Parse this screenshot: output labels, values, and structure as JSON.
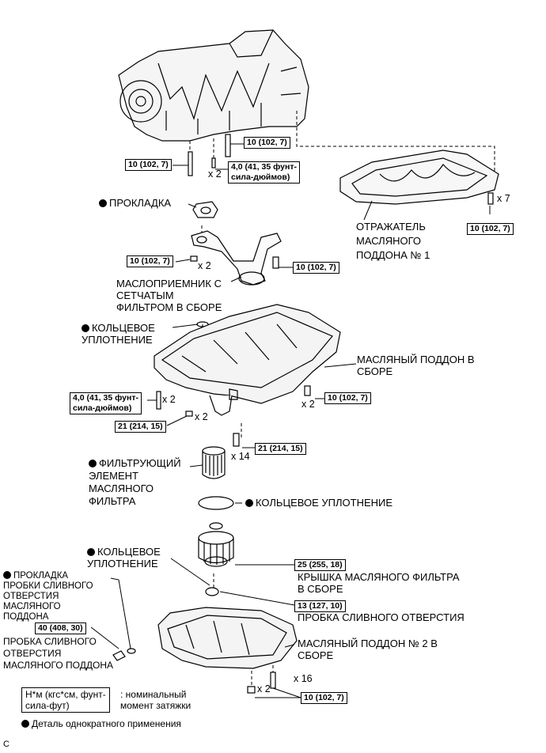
{
  "parts": {
    "gasket": "ПРОКЛАДКА",
    "oil_strainer": "МАСЛОПРИЕМНИК С\nСЕТЧАТЫМ\nФИЛЬТРОМ В СБОРЕ",
    "oring_top": "КОЛЬЦЕВОЕ\nУПЛОТНЕНИЕ",
    "oil_pan_assy": "МАСЛЯНЫЙ ПОДДОН В\nСБОРЕ",
    "baffle_plate": "ОТРАЖАТЕЛЬ\nМАСЛЯНОГО\nПОДДОНА № 1",
    "filter_element": "ФИЛЬТРУЮЩИЙ\nЭЛЕМЕНТ\nМАСЛЯНОГО\nФИЛЬТРА",
    "oring_filter": "КОЛЬЦЕВОЕ УПЛОТНЕНИЕ",
    "oring_cap": "КОЛЬЦЕВОЕ\nУПЛОТНЕНИЕ",
    "filter_cap": "КРЫШКА МАСЛЯНОГО ФИЛЬТРА\nВ СБОРЕ",
    "drain_plug_small": "ПРОБКА СЛИВНОГО ОТВЕРСТИЯ",
    "drain_gasket": "ПРОКЛАДКА\nПРОБКИ СЛИВНОГО\nОТВЕРСТИЯ\nМАСЛЯНОГО\nПОДДОНА",
    "drain_plug": "ПРОБКА СЛИВНОГО\nОТВЕРСТИЯ\nМАСЛЯНОГО ПОДДОНА",
    "oil_pan_2": "МАСЛЯНЫЙ ПОДДОН № 2 В\nСБОРЕ"
  },
  "torques": {
    "t_top_stud_right": "10 (102, 7)",
    "t_top_stud_left": "10 (102, 7)",
    "t_top_small": "4,0 (41, 35 фунт-\nсила-дюймов)",
    "t_baffle": "10 (102, 7)",
    "t_strainer_left": "10 (102, 7)",
    "t_strainer_right": "10 (102, 7)",
    "t_pan_small": "4,0 (41, 35 фунт-\nсила-дюймов)",
    "t_pan_left": "21 (214, 15)",
    "t_pan_right": "10 (102, 7)",
    "t_pan_bottom": "21 (214, 15)",
    "t_filter_cap": "25 (255, 18)",
    "t_drain_small": "13 (127, 10)",
    "t_drain": "40 (408, 30)",
    "t_pan2": "10 (102, 7)"
  },
  "multipliers": {
    "m_top_small": "x 2",
    "m_baffle": "x 7",
    "m_strainer": "x 2",
    "m_pan_small": "x 2",
    "m_pan_left": "x 2",
    "m_pan_right": "x 2",
    "m_pan_bottom": "x 14",
    "m_pan2_a": "x 2",
    "m_pan2_b": "x 16"
  },
  "legend": {
    "unit_box": "Н*м (кгс*см, фунт-\nсила-фут)",
    "unit_desc": ": номинальный\nмомент затяжки",
    "single_use": "Деталь однократного применения"
  },
  "figure_code": "C"
}
